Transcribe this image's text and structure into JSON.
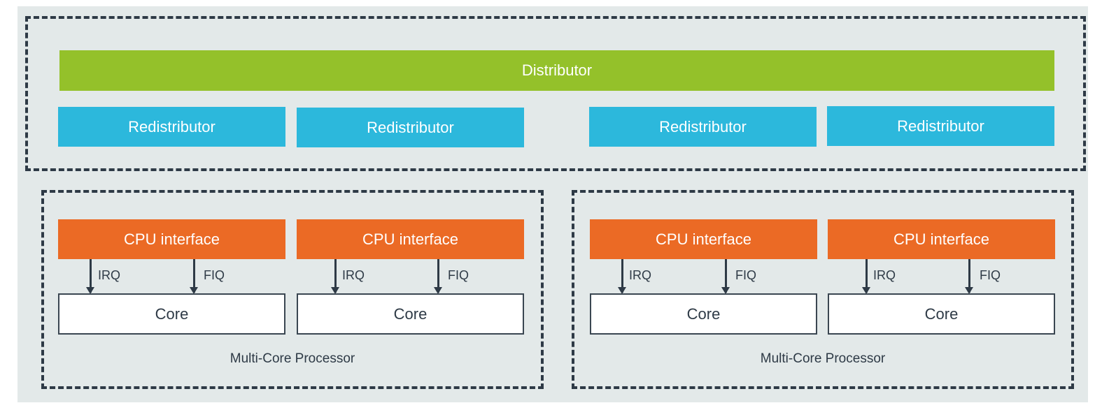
{
  "distributor": {
    "label": "Distributor"
  },
  "redistributors": [
    {
      "label": "Redistributor"
    },
    {
      "label": "Redistributor"
    },
    {
      "label": "Redistributor"
    },
    {
      "label": "Redistributor"
    }
  ],
  "processors": [
    {
      "label": "Multi-Core Processor",
      "cores": [
        {
          "cpu_interface": "CPU interface",
          "irq": "IRQ",
          "fiq": "FIQ",
          "core": "Core"
        },
        {
          "cpu_interface": "CPU interface",
          "irq": "IRQ",
          "fiq": "FIQ",
          "core": "Core"
        }
      ]
    },
    {
      "label": "Multi-Core Processor",
      "cores": [
        {
          "cpu_interface": "CPU interface",
          "irq": "IRQ",
          "fiq": "FIQ",
          "core": "Core"
        },
        {
          "cpu_interface": "CPU interface",
          "irq": "IRQ",
          "fiq": "FIQ",
          "core": "Core"
        }
      ]
    }
  ],
  "colors": {
    "distributor": "#94c12a",
    "redistributor": "#2cb8dc",
    "cpu_interface": "#eb6a25",
    "background": "#e3e9e9",
    "outline": "#2e3a46"
  }
}
